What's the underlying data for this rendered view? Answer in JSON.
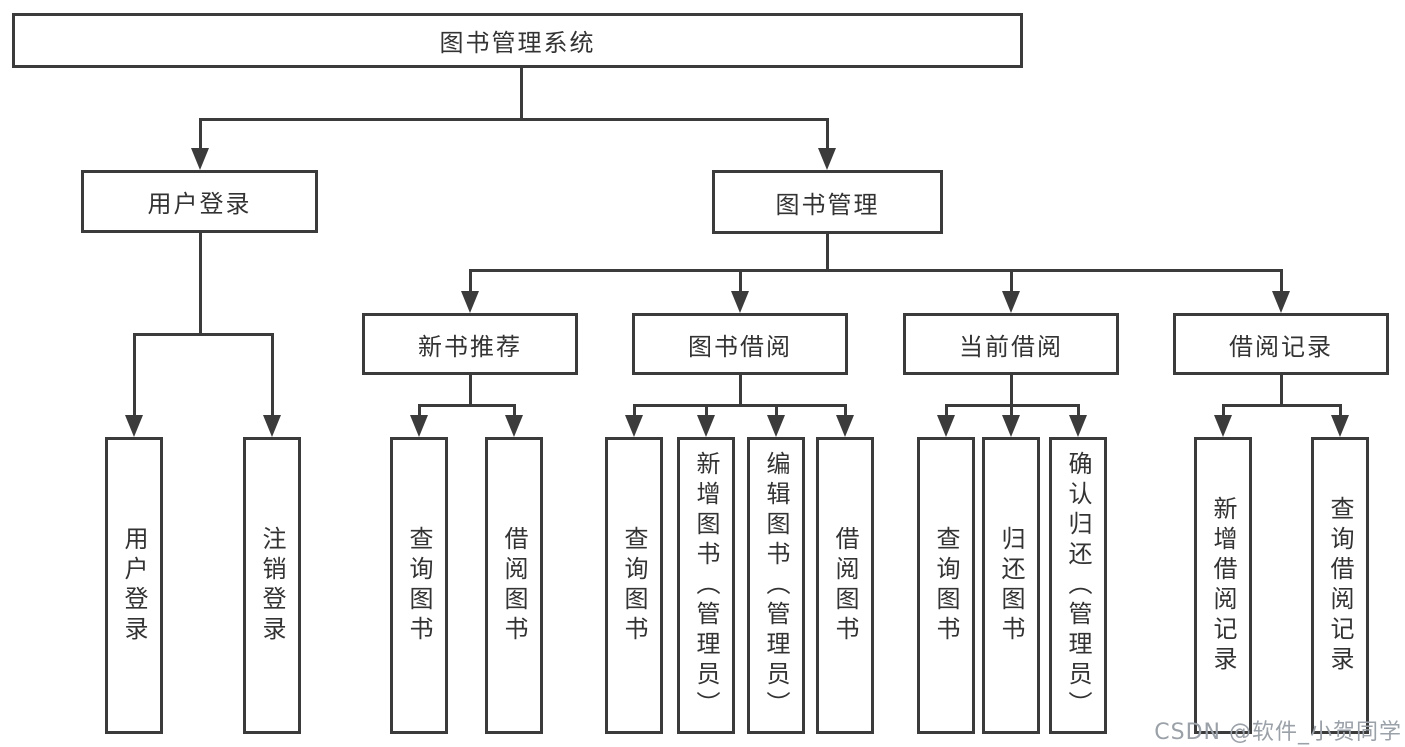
{
  "diagram": {
    "tree": {
      "label": "图书管理系统",
      "children": [
        {
          "label": "用户登录",
          "children": [
            {
              "label": "用户登录"
            },
            {
              "label": "注销登录"
            }
          ]
        },
        {
          "label": "图书管理",
          "children": [
            {
              "label": "新书推荐",
              "children": [
                {
                  "label": "查询图书"
                },
                {
                  "label": "借阅图书"
                }
              ]
            },
            {
              "label": "图书借阅",
              "children": [
                {
                  "label": "查询图书"
                },
                {
                  "label": "新增图书（管理员）"
                },
                {
                  "label": "编辑图书（管理员）"
                },
                {
                  "label": "借阅图书"
                }
              ]
            },
            {
              "label": "当前借阅",
              "children": [
                {
                  "label": "查询图书"
                },
                {
                  "label": "归还图书"
                },
                {
                  "label": "确认归还（管理员）"
                }
              ]
            },
            {
              "label": "借阅记录",
              "children": [
                {
                  "label": "新增借阅记录"
                },
                {
                  "label": "查询借阅记录"
                }
              ]
            }
          ]
        }
      ]
    }
  },
  "watermark": {
    "text": "CSDN @软件_小贺同学"
  },
  "colors": {
    "line": "#3b3b3b",
    "text": "#333333",
    "watermark": "#9ba1a8",
    "background": "#ffffff"
  }
}
